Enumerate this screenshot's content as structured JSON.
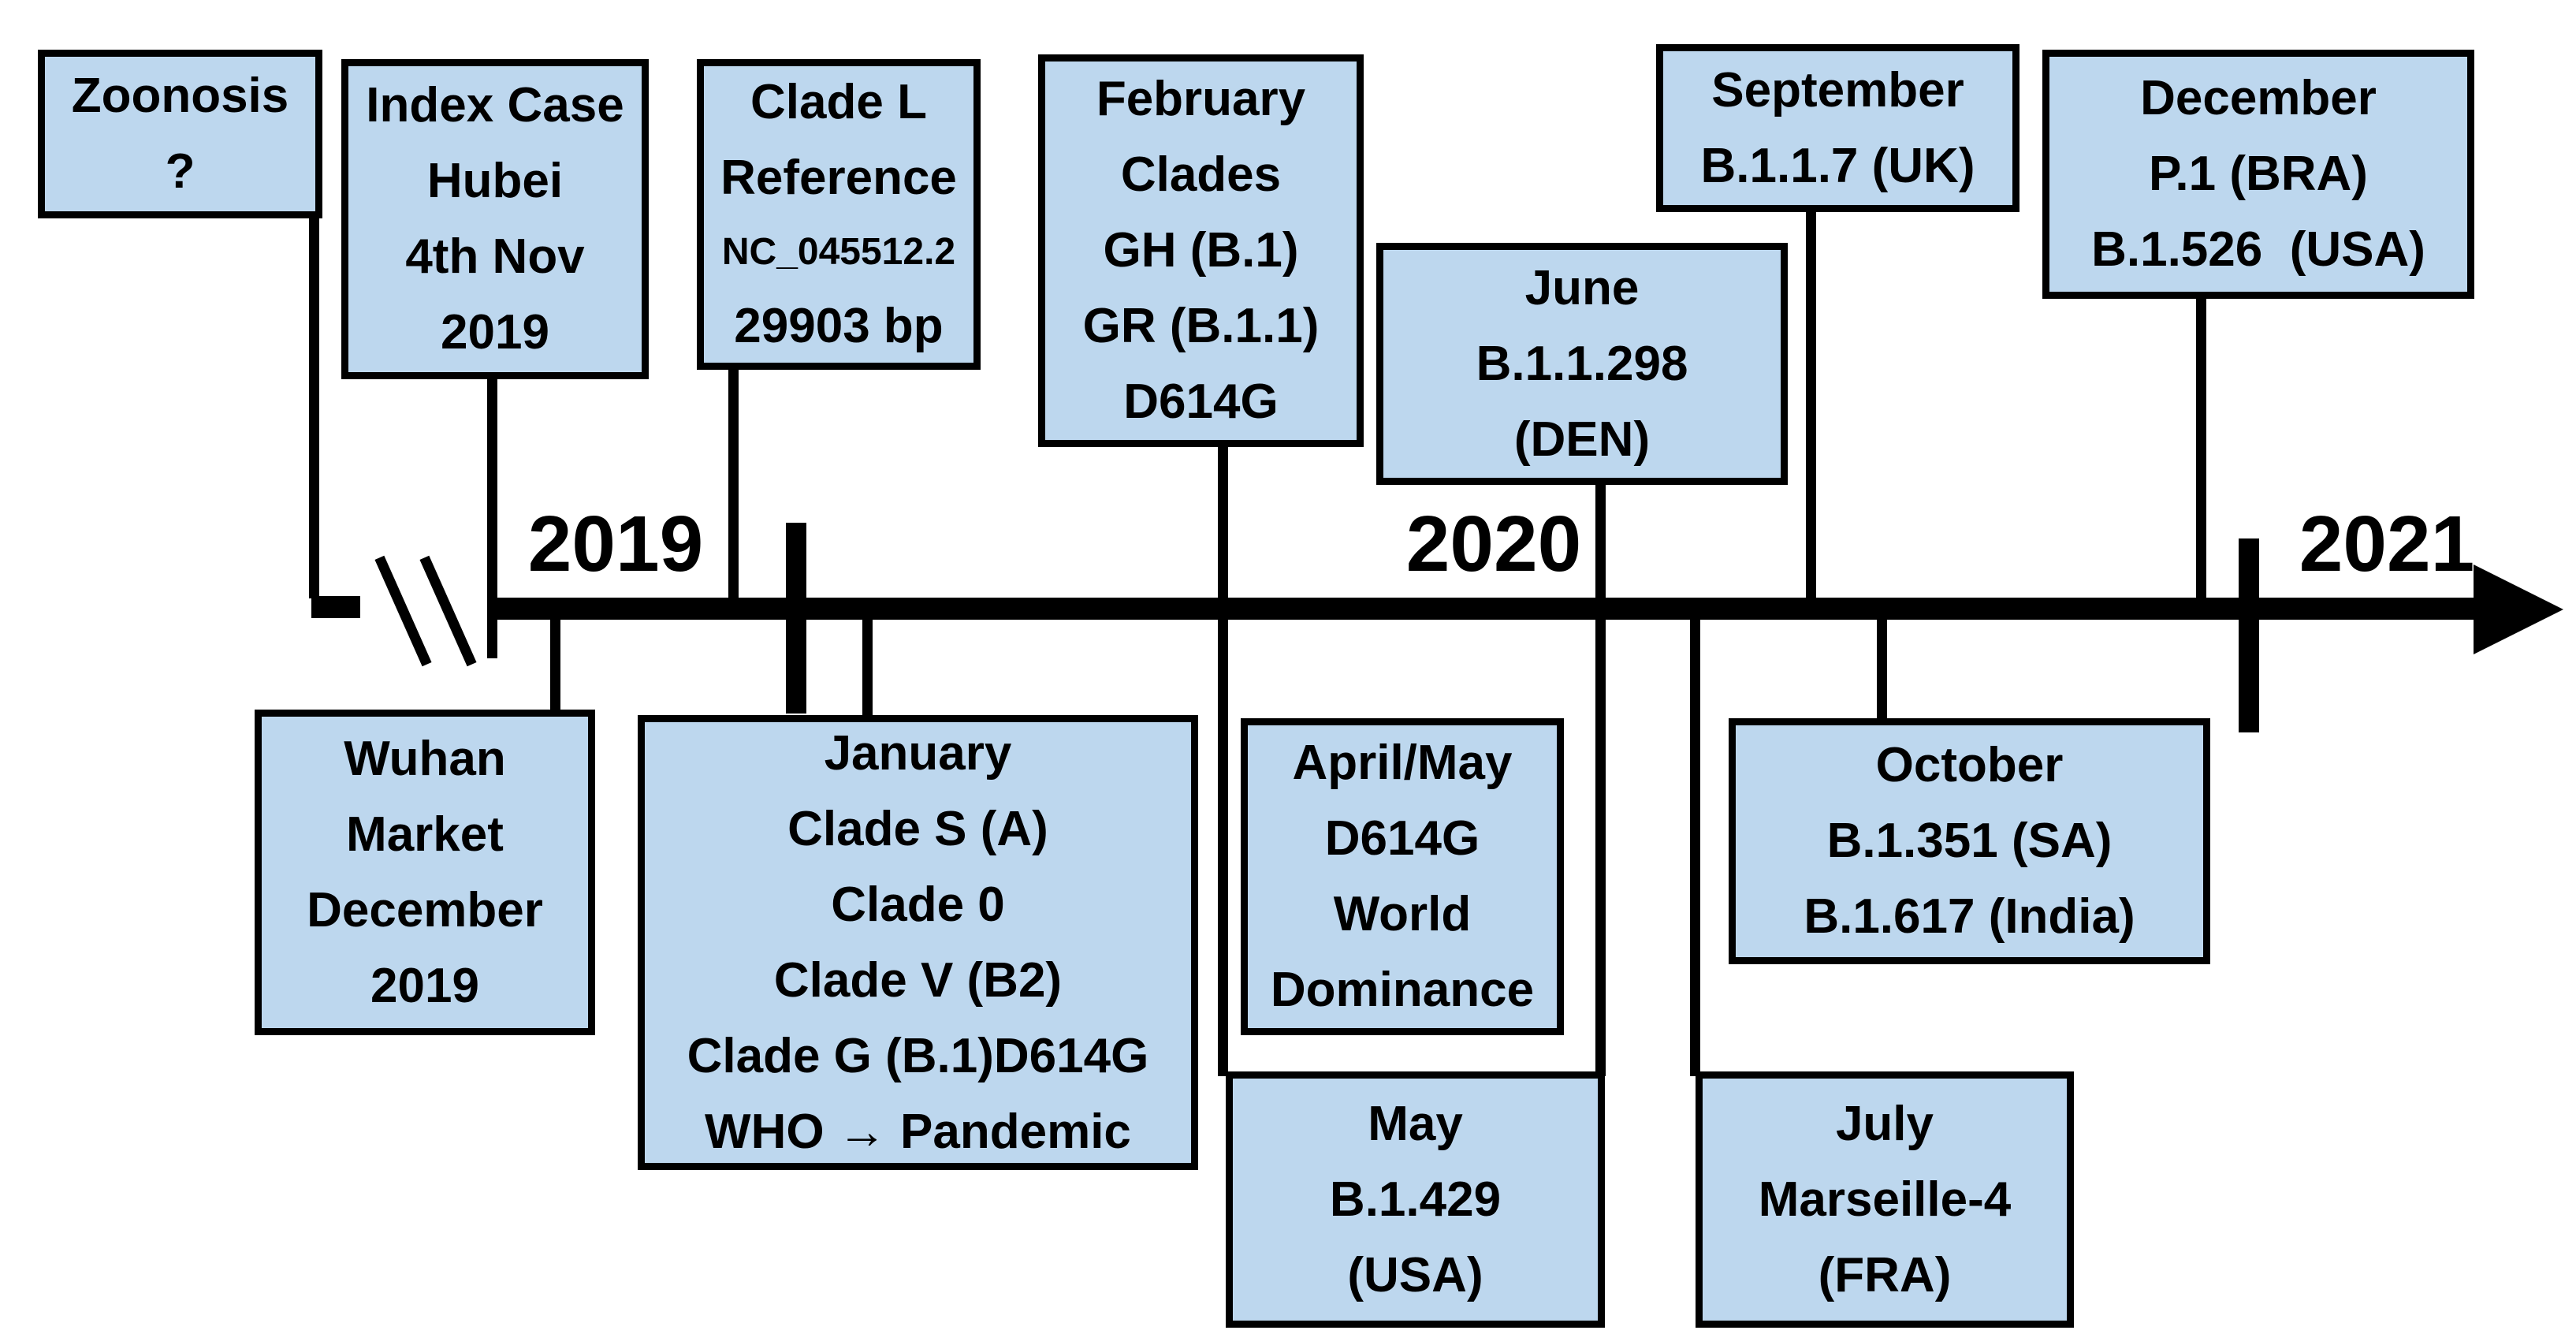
{
  "figure": {
    "type": "timeline",
    "subject": "SARS-CoV-2 clades and variants timeline 2019-2021"
  },
  "colors": {
    "box_fill": "#BDD7EE",
    "box_border": "#000000",
    "line": "#000000",
    "background": "#FFFFFF"
  },
  "timeline": {
    "years": [
      "2019",
      "2020",
      "2021"
    ]
  },
  "boxes": {
    "zoonosis": {
      "text": "Zoonosis\n?"
    },
    "index_case": {
      "text": "Index Case\nHubei\n4th Nov\n2019"
    },
    "clade_l": {
      "title": "Clade L\nReference",
      "accession": "NC_045512.2",
      "length": "29903 bp"
    },
    "february": {
      "text": "February\nClades\nGH (B.1)\nGR (B.1.1)\nD614G"
    },
    "june": {
      "text": "June\nB.1.1.298\n(DEN)"
    },
    "september": {
      "text": "September\nB.1.1.7 (UK)"
    },
    "december": {
      "text": "December\nP.1 (BRA)\nB.1.526  (USA)"
    },
    "wuhan": {
      "text": "Wuhan\nMarket\nDecember\n2019"
    },
    "january": {
      "text": "January\nClade S (A)\nClade 0\nClade V (B2)\nClade G (B.1)D614G\nWHO → Pandemic"
    },
    "april_may": {
      "text": "April/May\nD614G\nWorld\nDominance"
    },
    "may": {
      "text": "May\nB.1.429\n(USA)"
    },
    "october": {
      "text": "October\nB.1.351 (SA)\nB.1.617 (India)"
    },
    "july": {
      "text": "July\nMarseille-4\n(FRA)"
    }
  }
}
